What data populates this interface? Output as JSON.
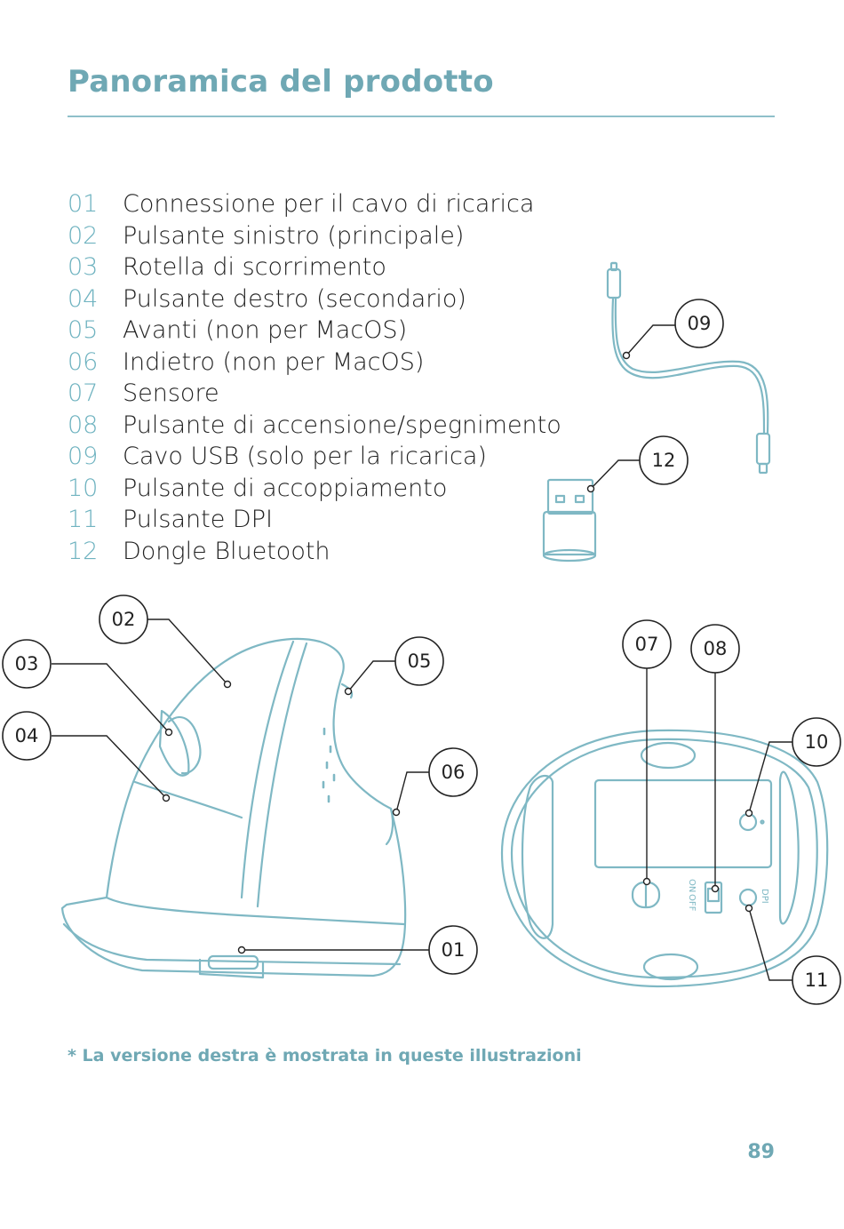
{
  "page": {
    "title": "Panoramica del prodotto",
    "footnote": "* La versione destra è mostrata in queste illustrazioni",
    "page_number": "89"
  },
  "parts": [
    {
      "num": "01",
      "label": "Connessione per il cavo di ricarica"
    },
    {
      "num": "02",
      "label": "Pulsante sinistro (principale)"
    },
    {
      "num": "03",
      "label": "Rotella di scorrimento"
    },
    {
      "num": "04",
      "label": "Pulsante destro (secondario)"
    },
    {
      "num": "05",
      "label": "Avanti (non per MacOS)"
    },
    {
      "num": "06",
      "label": "Indietro (non per MacOS)"
    },
    {
      "num": "07",
      "label": "Sensore"
    },
    {
      "num": "08",
      "label": "Pulsante di accensione/spegnimento"
    },
    {
      "num": "09",
      "label": "Cavo USB (solo per la ricarica)"
    },
    {
      "num": "10",
      "label": "Pulsante di accoppiamento"
    },
    {
      "num": "11",
      "label": "Pulsante DPI"
    },
    {
      "num": "12",
      "label": "Dongle Bluetooth"
    }
  ],
  "bottom_labels": {
    "on": "ON",
    "off": "OFF",
    "dpi": "DPI"
  },
  "colors": {
    "accent": "#6fa8b4",
    "illustration_stroke": "#7fb8c4",
    "text": "#222222"
  }
}
